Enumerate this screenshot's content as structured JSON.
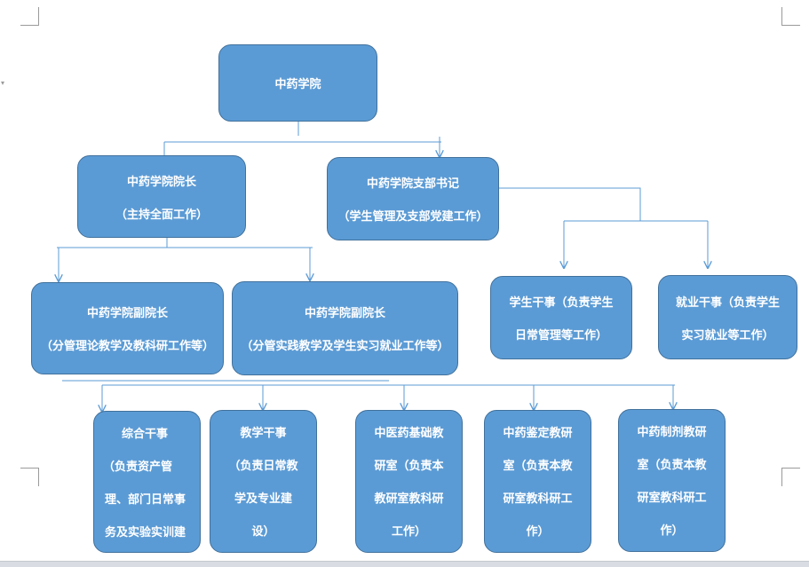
{
  "org": {
    "root": {
      "title": "中药学院"
    },
    "dean": {
      "title": "中药学院院长",
      "note": "（主持全面工作）"
    },
    "secretary": {
      "title": "中药学院支部书记",
      "note": "（学生管理及支部党建工作）"
    },
    "vice_dean_1": {
      "title": "中药学院副院长",
      "note": "（分管理论教学及教科研工作等）"
    },
    "vice_dean_2": {
      "title": "中药学院副院长",
      "note": "（分管实践教学及学生实习就业工作等）"
    },
    "student_officer": {
      "lines": [
        "学生干事（负责学生",
        "日常管理等工作）"
      ]
    },
    "employment_officer": {
      "lines": [
        "就业干事（负责学生",
        "实习就业等工作）"
      ]
    },
    "general_officer": {
      "lines": [
        "综合干事",
        "（负责资产管",
        "理、部门日常事",
        "务及实验实训建"
      ]
    },
    "teaching_officer": {
      "lines": [
        "教学干事",
        "（负责日常教",
        "学及专业建",
        "设）"
      ]
    },
    "tcm_basics_office": {
      "lines": [
        "中医药基础教",
        "研室（负责本",
        "教研室教科研",
        "工作）"
      ]
    },
    "identification_office": {
      "lines": [
        "中药鉴定教研",
        "室（负责本教",
        "研室教科研工",
        "作）"
      ]
    },
    "pharmaceutics_office": {
      "lines": [
        "中药制剂教研",
        "室（负责本教",
        "研室教科研工",
        "作）"
      ]
    }
  },
  "colors": {
    "box_fill": "#5b9bd5",
    "box_border": "#41719c",
    "text": "#ffffff",
    "connector": "#5b9bd5"
  }
}
